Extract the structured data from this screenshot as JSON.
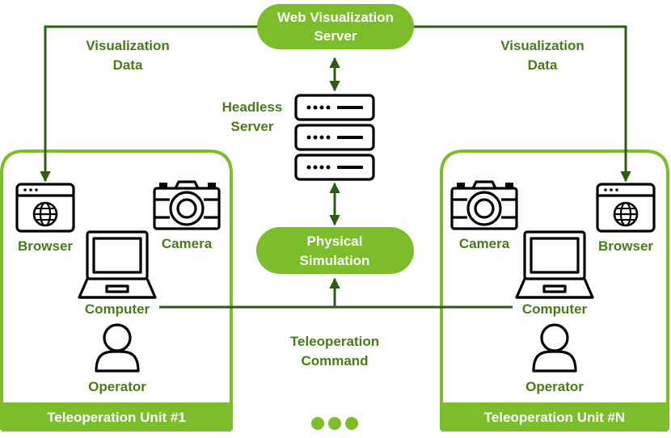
{
  "nodes": {
    "web_server": [
      "Web Visualization",
      "Server"
    ],
    "headless_server": [
      "Headless",
      "Server"
    ],
    "physical_sim": [
      "Physical",
      "Simulation"
    ]
  },
  "edges": {
    "viz_data_left": [
      "Visualization",
      "Data"
    ],
    "viz_data_right": [
      "Visualization",
      "Data"
    ],
    "teleop_command": [
      "Teleoperation",
      "Command"
    ]
  },
  "unit_left": {
    "title": "Teleoperation Unit #1",
    "browser": "Browser",
    "camera": "Camera",
    "computer": "Computer",
    "operator": "Operator"
  },
  "unit_right": {
    "title": "Teleoperation Unit #N",
    "browser": "Browser",
    "camera": "Camera",
    "computer": "Computer",
    "operator": "Operator"
  },
  "colors": {
    "green": "#7bbd2a",
    "dark_green": "#2f5a14",
    "label_green": "#4a7a1a"
  }
}
